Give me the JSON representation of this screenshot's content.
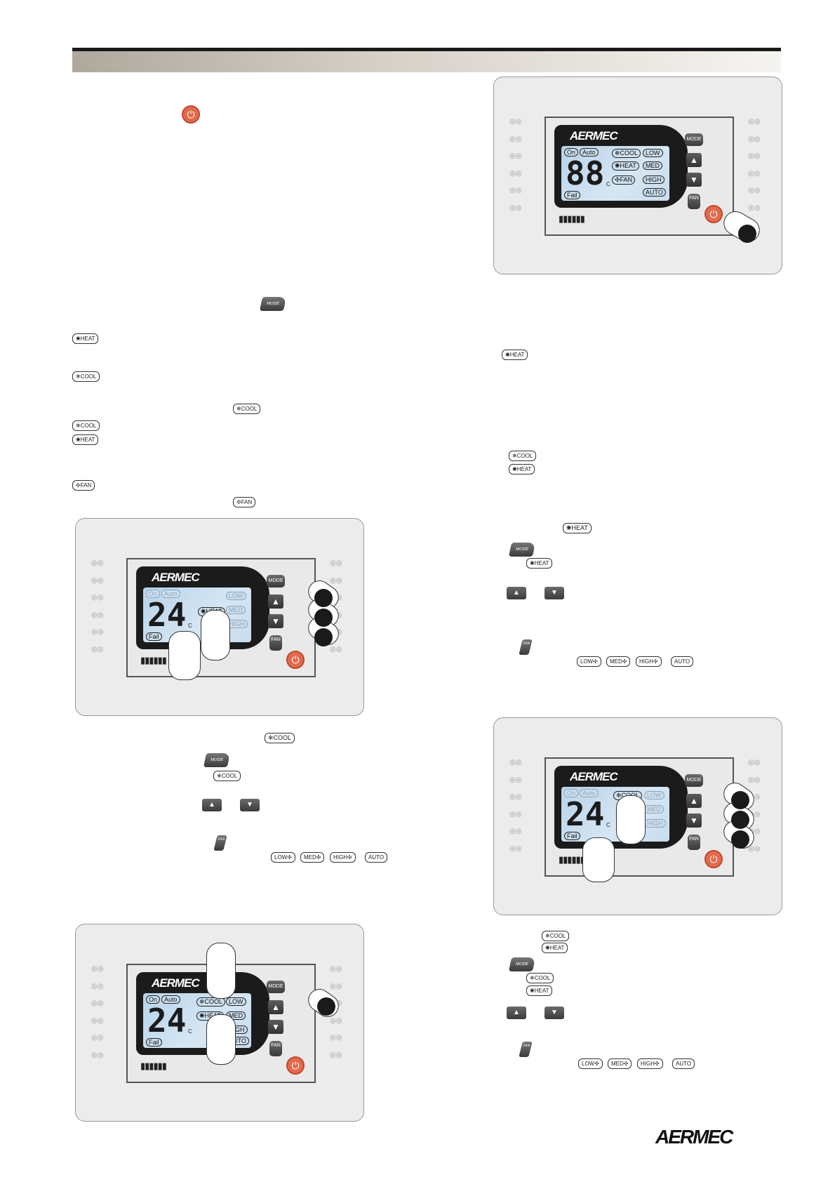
{
  "brand": "AERMEC",
  "icons": {
    "power": "⏻",
    "mode": "MODE",
    "fan_key": "FAN",
    "up": "▲",
    "down": "▼",
    "heat": "HEAT",
    "cool": "COOL",
    "fan": "FAN",
    "low": "LOW",
    "med": "MED",
    "high": "HIGH",
    "auto": "AUTO"
  },
  "lcd": {
    "on": "On",
    "auto": "Auto",
    "fail": "Fail",
    "unit": "C",
    "test_digits": "88",
    "temp_digits": "24",
    "chips": {
      "cool": "COOL",
      "heat": "HEAT",
      "fan": "FAN",
      "low": "LOW",
      "med": "MED",
      "high": "HIGH",
      "auto": "AUTO"
    }
  },
  "panel_marks": {
    "dots": "◎◎",
    "bars": "▮▮▮▮▮▮"
  },
  "footer_logo": "AERMEC",
  "colors": {
    "power": "#e36a4c",
    "lcd": "#c8dcee",
    "header": "#1a1a1a"
  }
}
